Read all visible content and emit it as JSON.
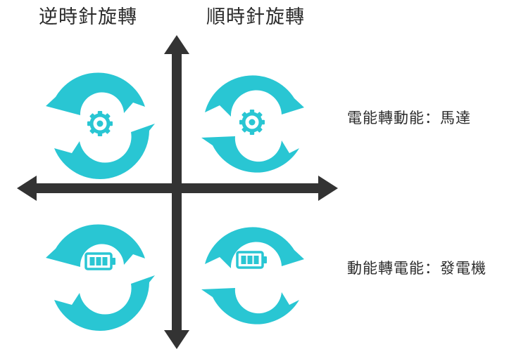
{
  "titles": {
    "counterclockwise": "逆時針旋轉",
    "clockwise": "順時針旋轉"
  },
  "notes": {
    "motor": "電能轉動能：馬達",
    "generator": "動能轉電能：發電機"
  },
  "colors": {
    "arrow_ring": "#29c6d3",
    "axis": "#333333",
    "text": "#2b2b2b"
  },
  "quadrants": [
    {
      "position": "top-left",
      "rotation": "counterclockwise",
      "icon": "gear-icon"
    },
    {
      "position": "top-right",
      "rotation": "clockwise",
      "icon": "gear-icon"
    },
    {
      "position": "bottom-left",
      "rotation": "counterclockwise",
      "icon": "battery-icon"
    },
    {
      "position": "bottom-right",
      "rotation": "clockwise",
      "icon": "battery-icon"
    }
  ]
}
